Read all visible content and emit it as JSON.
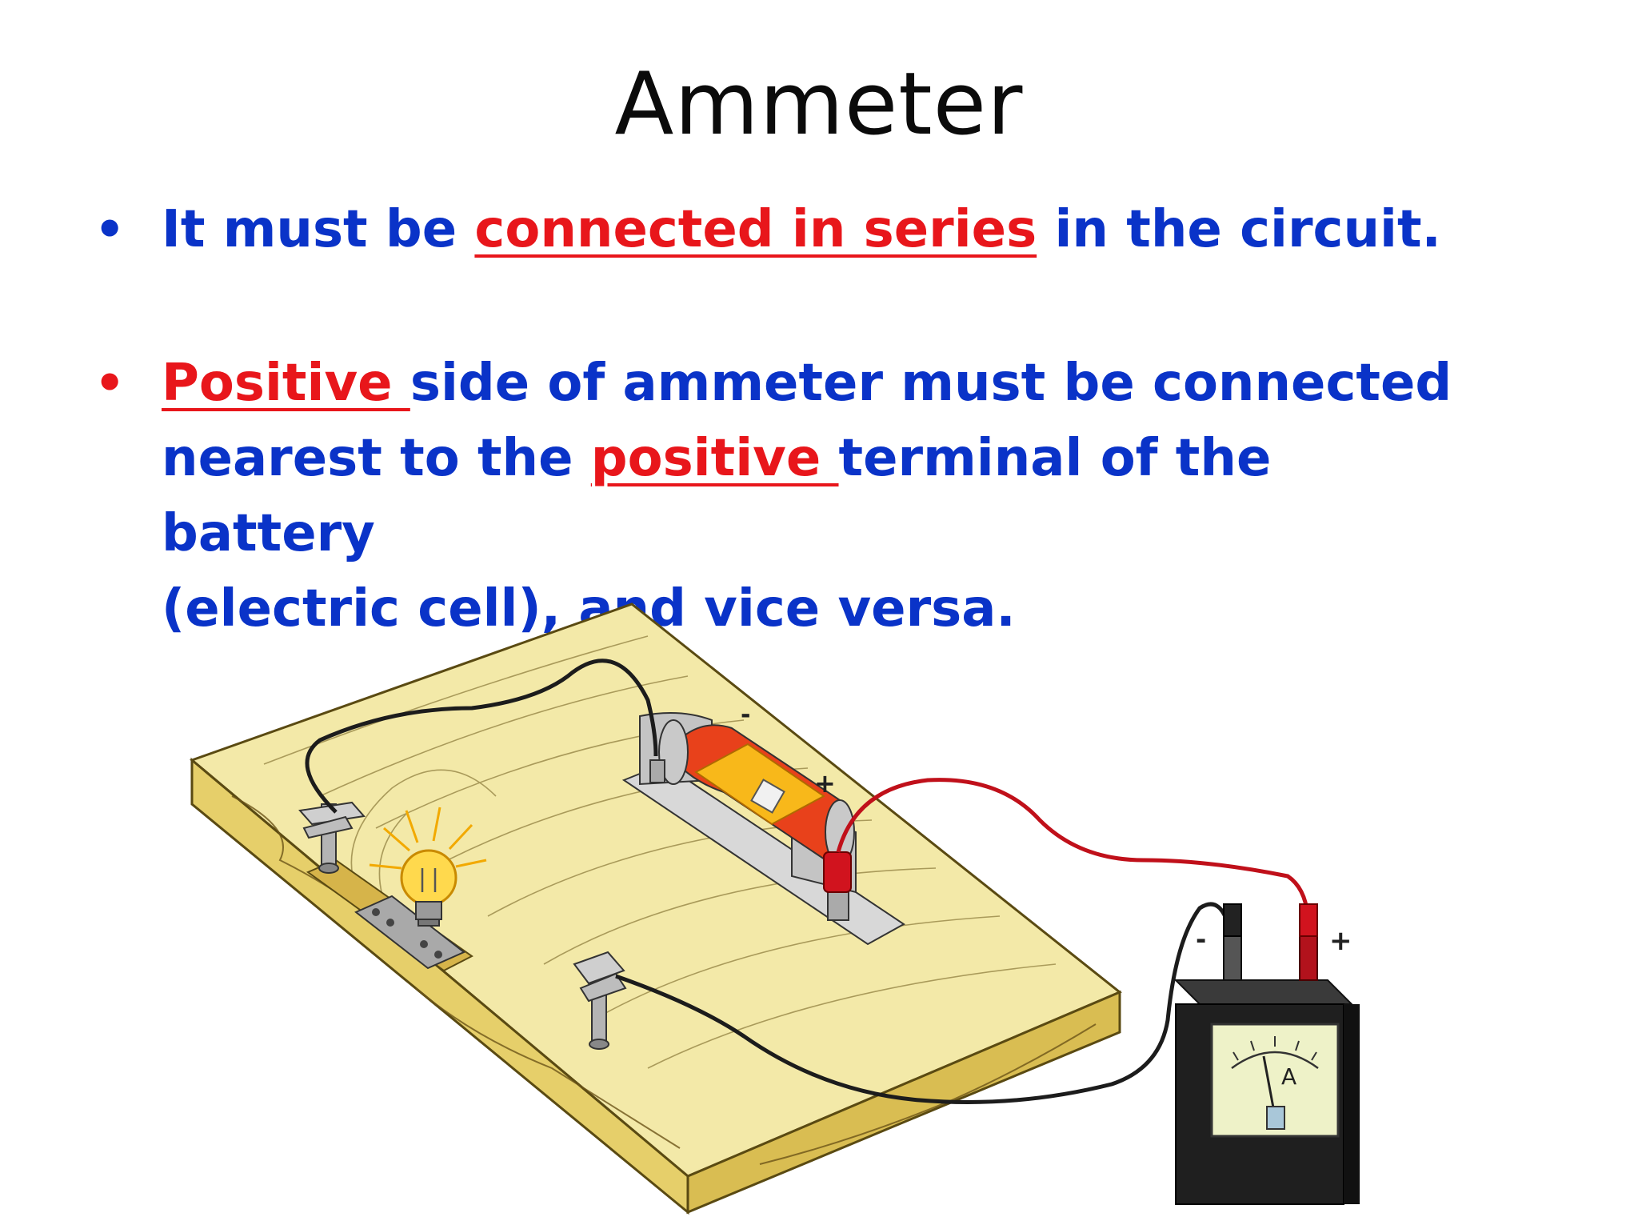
{
  "slide": {
    "title": "Ammeter",
    "bullet1": {
      "before": "It must be ",
      "highlight": "connected in series",
      "after": " in the circuit."
    },
    "bullet2": {
      "hl1": "Positive ",
      "text1": "side of ammeter must be connected",
      "text2": "nearest to the ",
      "hl2": "positive ",
      "text3": "terminal of the battery",
      "text4": "(electric cell), and vice versa."
    }
  },
  "diagram": {
    "minus_label": "-",
    "plus_label": "+",
    "meter_minus": "-",
    "meter_plus": "+",
    "meter_letter": "A"
  },
  "colors": {
    "text_blue": "#0a33c8",
    "highlight_red": "#e8161b",
    "board": "#f2e6a0",
    "wire_red": "#c0101a",
    "wire_black": "#1c1c1c"
  }
}
